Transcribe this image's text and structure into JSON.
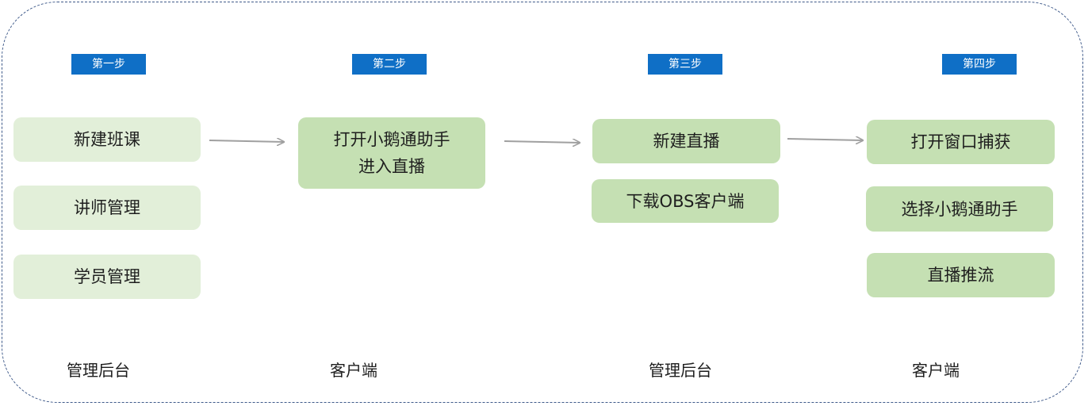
{
  "steps": [
    {
      "badge": "第一步",
      "boxes": [
        "新建班课",
        "讲师管理",
        "学员管理"
      ],
      "footer": "管理后台"
    },
    {
      "badge": "第二步",
      "boxes": [
        "打开小鹅通助手",
        "进入直播"
      ],
      "footer": "客户端"
    },
    {
      "badge": "第三步",
      "boxes": [
        "新建直播",
        "下载OBS客户端"
      ],
      "footer": "管理后台"
    },
    {
      "badge": "第四步",
      "boxes": [
        "打开窗口捕获",
        "选择小鹅通助手",
        "直播推流"
      ],
      "footer": "客户端"
    }
  ],
  "colors": {
    "badge": "#0f6fc6",
    "box_light": "#e2efd9",
    "box_dark": "#c5e0b3",
    "border": "#3f5a8a",
    "arrow": "#a0a0a0"
  }
}
